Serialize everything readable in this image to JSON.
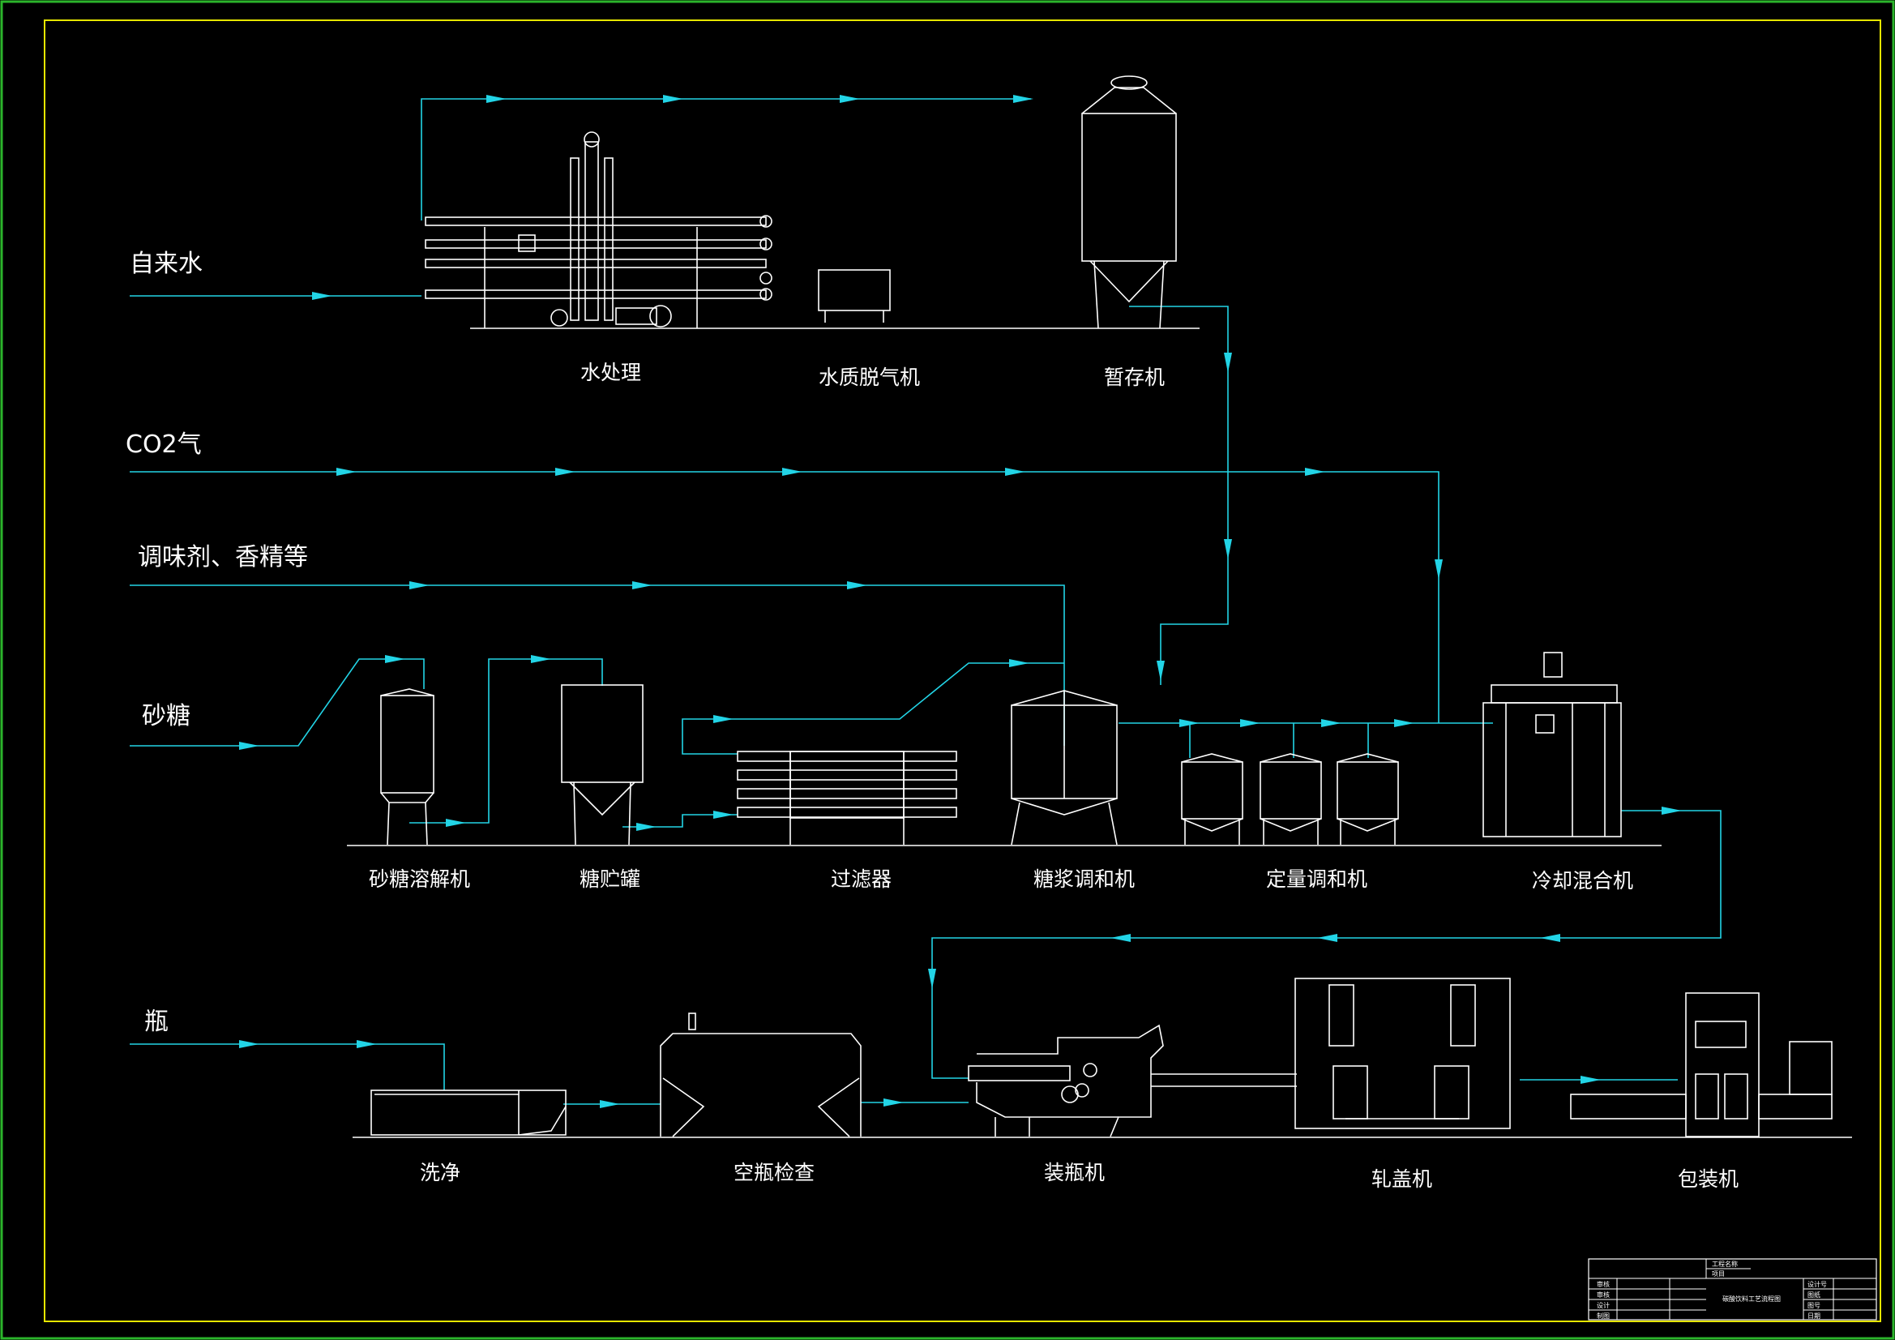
{
  "colors": {
    "background": "#000000",
    "equipment": "#ffffff",
    "pipeline": "#22d4e6",
    "frame": "#e6e600",
    "border": "#2bb52b"
  },
  "inputs": {
    "water": "自来水",
    "co2": "CO2气",
    "flavor": "调味剂、香精等",
    "sugar": "砂糖",
    "bottle": "瓶"
  },
  "equipment": {
    "water_treatment": "水处理",
    "deaerator": "水质脱气机",
    "storage": "暂存机",
    "sugar_dissolver": "砂糖溶解机",
    "sugar_tank": "糖贮罐",
    "filter": "过滤器",
    "syrup_mixer": "糖浆调和机",
    "dosing_mixer": "定量调和机",
    "cooling_mixer": "冷却混合机",
    "washer": "洗净",
    "inspection": "空瓶检查",
    "filler": "装瓶机",
    "capper": "轧盖机",
    "packer": "包装机"
  },
  "title_block": {
    "title": "碳酸饮料工艺流程图",
    "r1": "审核",
    "r2": "审核",
    "r3": "设计",
    "r4": "制图",
    "c1": "设计号",
    "c2": "图纸",
    "c3": "图号",
    "c4": "日期",
    "top1": "工程名称",
    "top2": "项目"
  }
}
